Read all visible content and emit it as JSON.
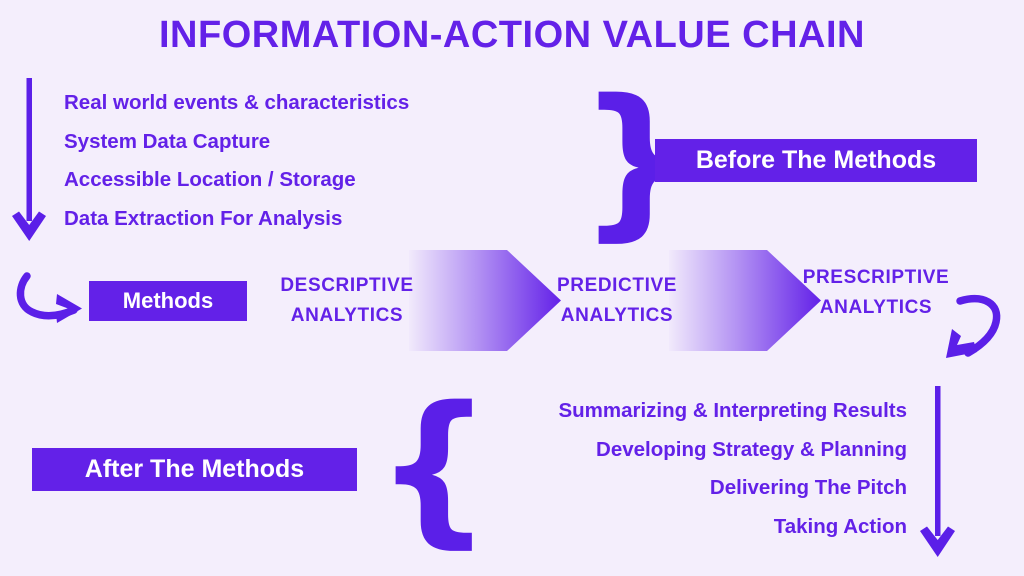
{
  "page": {
    "title": "INFORMATION-ACTION VALUE CHAIN",
    "background_color": "#f4eefc",
    "accent_color": "#6321e8",
    "badge_text_color": "#ffffff"
  },
  "before_section": {
    "badge_label": "Before The Methods",
    "brace_glyph": "}",
    "items": [
      "Real world events & characteristics",
      "System Data Capture",
      "Accessible Location / Storage",
      "Data Extraction For Analysis"
    ]
  },
  "methods_section": {
    "badge_label": "Methods",
    "stages": [
      {
        "line1": "DESCRIPTIVE",
        "line2": "ANALYTICS"
      },
      {
        "line1": "PREDICTIVE",
        "line2": "ANALYTICS"
      },
      {
        "line1": "PRESCRIPTIVE",
        "line2": "ANALYTICS"
      }
    ],
    "chevron_gradient_start": "#f4eefc",
    "chevron_gradient_end": "#6321e8"
  },
  "after_section": {
    "badge_label": "After The Methods",
    "brace_glyph": "{",
    "items": [
      "Summarizing & Interpreting Results",
      "Developing Strategy & Planning",
      "Delivering The Pitch",
      "Taking Action"
    ]
  },
  "icons": {
    "arrow_down_left": "arrow-down-icon",
    "arrow_down_right": "arrow-down-icon",
    "curve_left": "curved-arrow-right-icon",
    "curve_right": "curved-arrow-down-left-icon"
  }
}
